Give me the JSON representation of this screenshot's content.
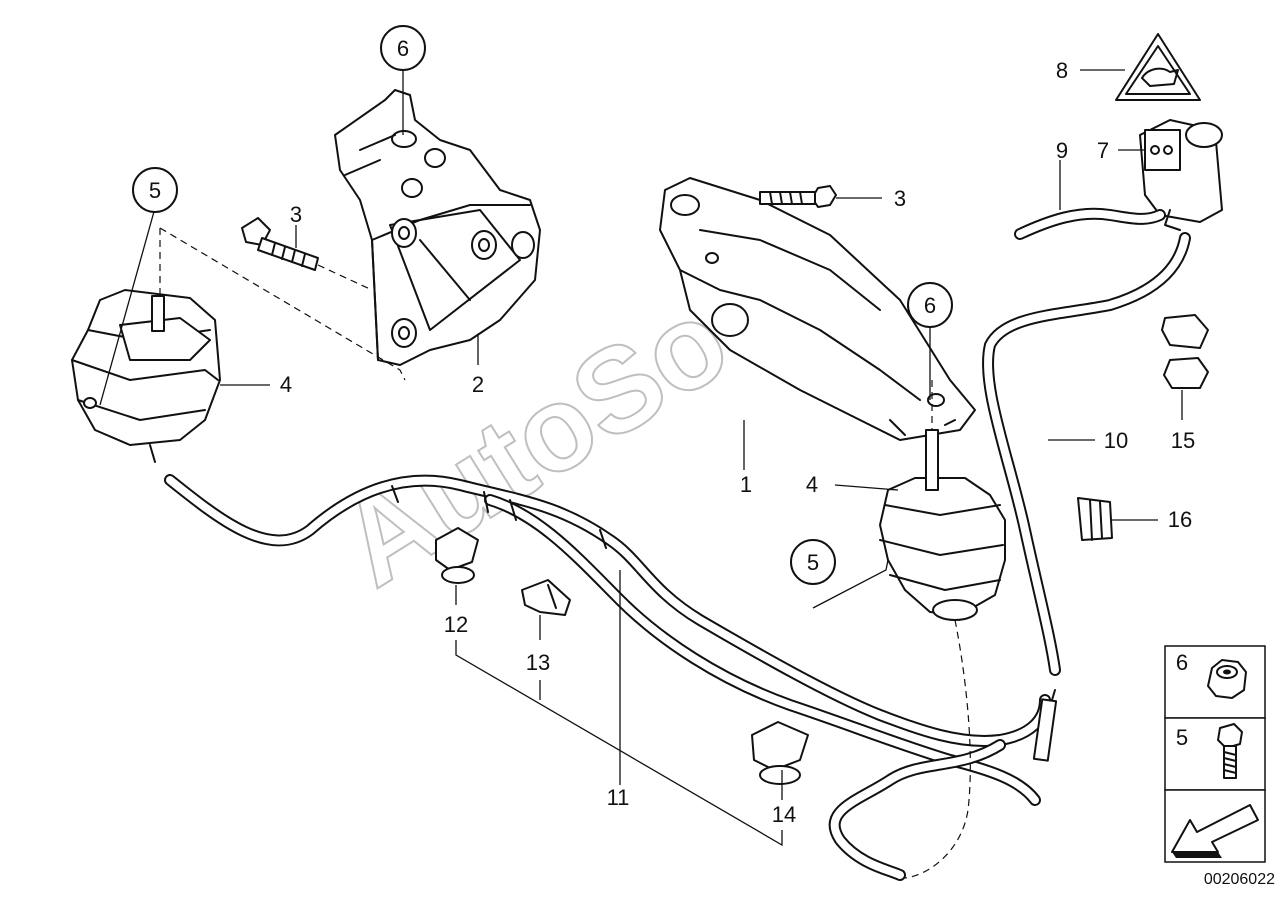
{
  "diagram": {
    "reference_code": "00206022",
    "watermark": "AutoSoft",
    "callouts": {
      "c1": "1",
      "c2": "2",
      "c3a": "3",
      "c3b": "3",
      "c4a": "4",
      "c4b": "4",
      "c5a": "5",
      "c5b": "5",
      "c6a": "6",
      "c6b": "6",
      "c7": "7",
      "c8": "8",
      "c9": "9",
      "c10": "10",
      "c11": "11",
      "c12": "12",
      "c13": "13",
      "c14": "14",
      "c15": "15",
      "c16": "16"
    },
    "legend": {
      "item_nut": "6",
      "item_bolt": "5"
    }
  }
}
